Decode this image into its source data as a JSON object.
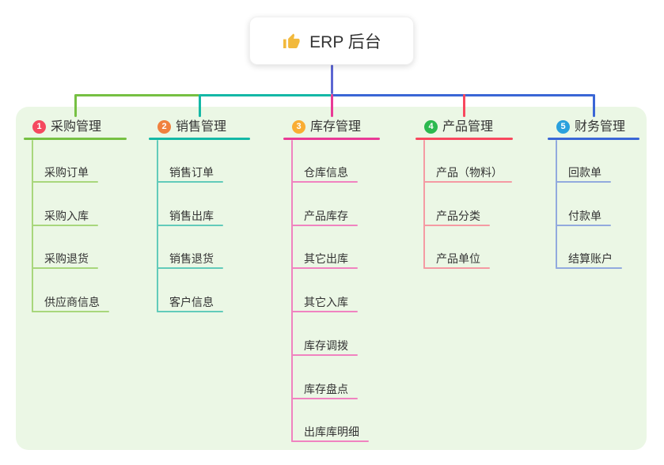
{
  "root": {
    "icon": "thumbs-up-icon",
    "label": "ERP 后台"
  },
  "branches": [
    {
      "number": "1",
      "label": "采购管理",
      "badge_color": "#f5495f",
      "line_color": "#76c043",
      "child_line_color": "#a8d77c",
      "children": [
        "采购订单",
        "采购入库",
        "采购退货",
        "供应商信息"
      ]
    },
    {
      "number": "2",
      "label": "销售管理",
      "badge_color": "#f0813e",
      "line_color": "#14b8a6",
      "child_line_color": "#62cbba",
      "children": [
        "销售订单",
        "销售出库",
        "销售退货",
        "客户信息"
      ]
    },
    {
      "number": "3",
      "label": "库存管理",
      "badge_color": "#f9ad33",
      "line_color": "#e93a96",
      "child_line_color": "#f083c0",
      "children": [
        "仓库信息",
        "产品库存",
        "其它出库",
        "其它入库",
        "库存调拨",
        "库存盘点",
        "出库库明细"
      ]
    },
    {
      "number": "4",
      "label": "产品管理",
      "badge_color": "#2cb94f",
      "line_color": "#f8485e",
      "child_line_color": "#f59aa3",
      "children": [
        "产品（物料）",
        "产品分类",
        "产品单位"
      ]
    },
    {
      "number": "5",
      "label": "财务管理",
      "badge_color": "#2aa0dd",
      "line_color": "#3a66d6",
      "child_line_color": "#92aade",
      "children": [
        "回款单",
        "付款单",
        "结算账户"
      ]
    }
  ],
  "colors": {
    "page_bg": "#ffffff",
    "panel_bg": "#ebf7e5",
    "root_connector": "#5c66d2",
    "text": "#333333"
  }
}
